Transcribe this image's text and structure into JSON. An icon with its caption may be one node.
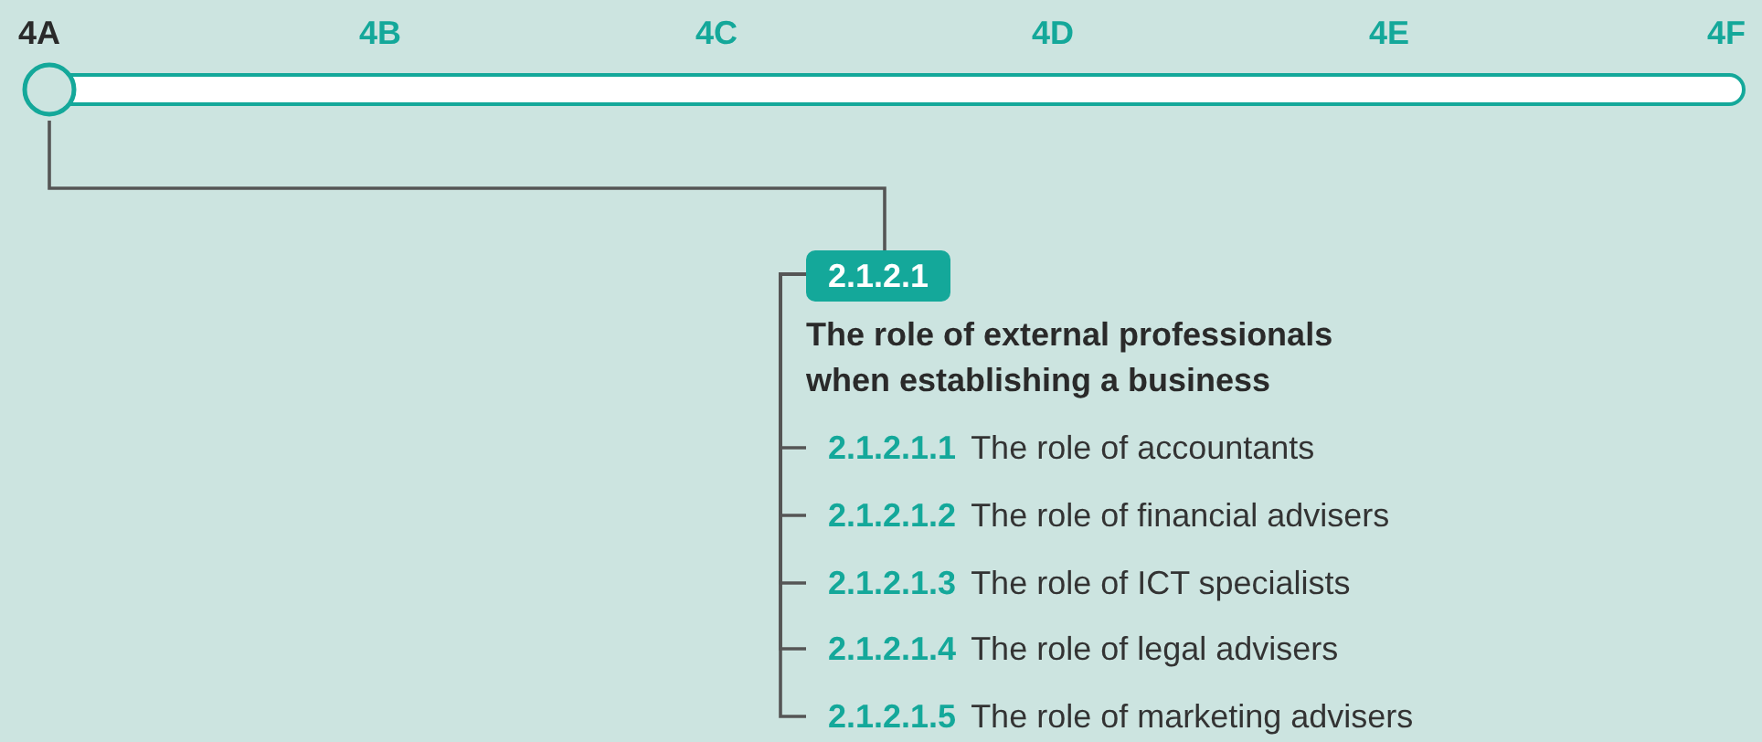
{
  "diagram": {
    "nodes": [
      {
        "text": [],
        "shape": "circle"
      },
      {
        "text": [
          "2.1.2.1",
          "The role of external professionals when establishing a business"
        ]
      },
      {
        "text": [
          "2.1.2.1.1",
          "The role of accountants"
        ]
      },
      {
        "text": [
          "2.1.2.1.2",
          "The role of financial advisers"
        ]
      },
      {
        "text": [
          "2.1.2.1.3",
          "The role of ICT specialists"
        ]
      },
      {
        "text": [
          "2.1.2.1.4",
          "The role of legal advisers"
        ]
      },
      {
        "text": [
          "2.1.2.1.5",
          "The role of marketing advisers"
        ]
      }
    ],
    "edges": [
      {
        "from": 0,
        "to": 1,
        "arrow": "none"
      },
      {
        "from": 1,
        "to": 2,
        "arrow": "none"
      },
      {
        "from": 1,
        "to": 3,
        "arrow": "none"
      },
      {
        "from": 1,
        "to": 4,
        "arrow": "none"
      },
      {
        "from": 1,
        "to": 5,
        "arrow": "none"
      },
      {
        "from": 1,
        "to": 6,
        "arrow": "none"
      }
    ],
    "labels": [
      "4A",
      "4B",
      "4C",
      "4D",
      "4E",
      "4F"
    ]
  }
}
